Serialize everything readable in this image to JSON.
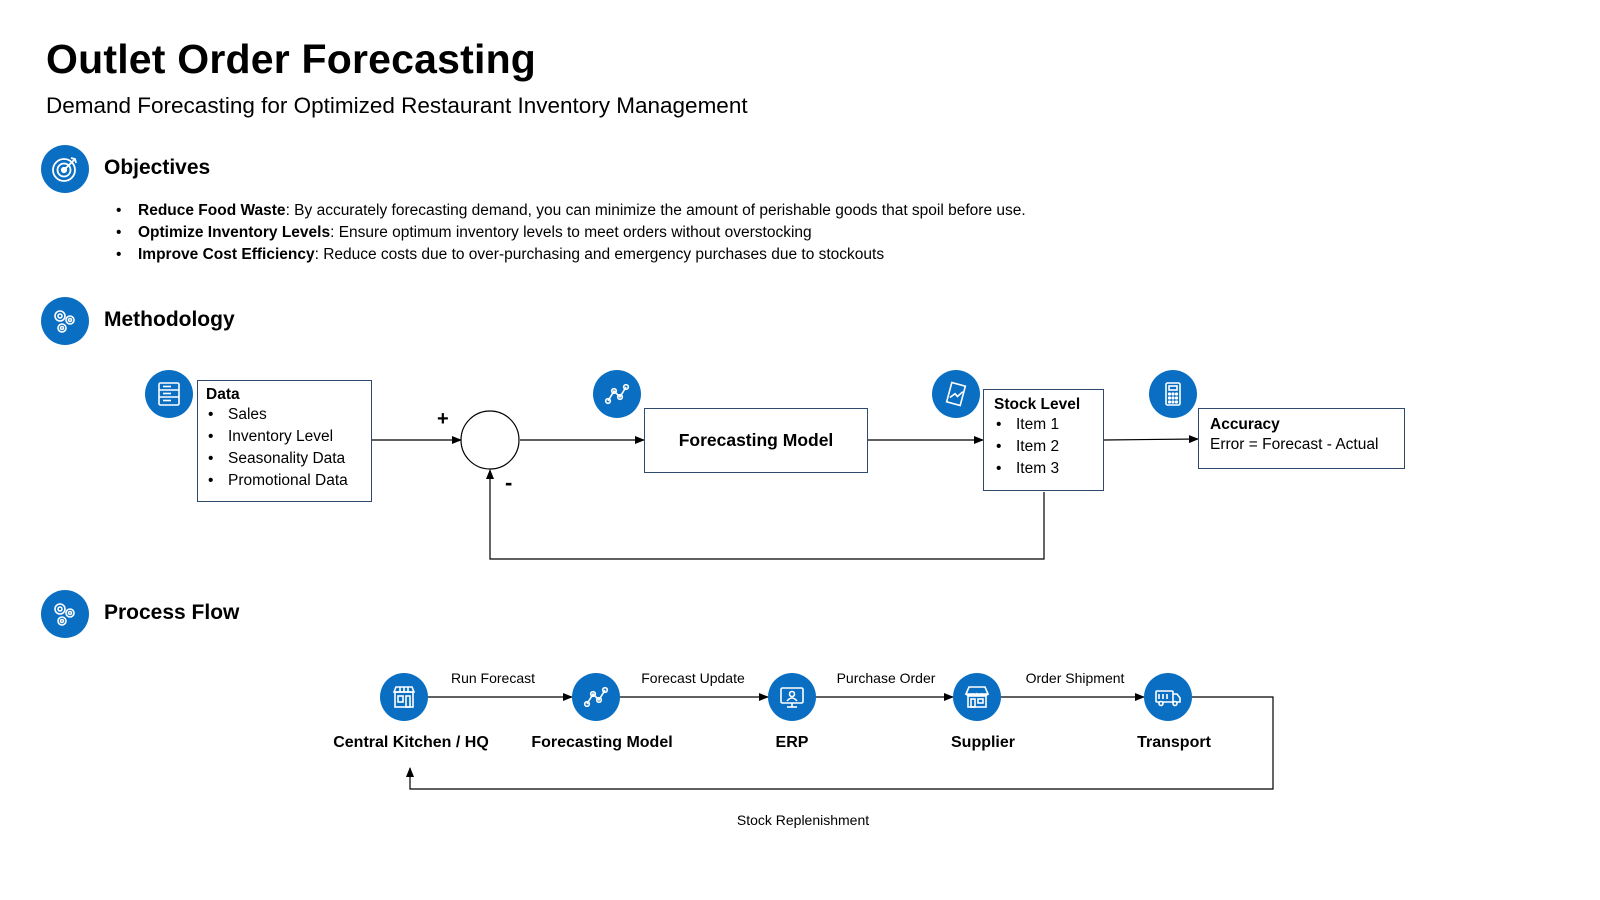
{
  "header": {
    "title": "Outlet Order Forecasting",
    "subtitle": "Demand Forecasting for Optimized Restaurant Inventory Management"
  },
  "objectives": {
    "title": "Objectives",
    "icon": "target-icon",
    "items": [
      {
        "bold": "Reduce Food Waste",
        "text": ": By accurately forecasting demand, you can minimize the amount of perishable goods that spoil before use."
      },
      {
        "bold": "Optimize Inventory Levels",
        "text": ": Ensure optimum inventory levels to meet orders without overstocking"
      },
      {
        "bold": "Improve Cost Efficiency",
        "text": ": Reduce costs due to over-purchasing and emergency purchases due to stockouts"
      }
    ]
  },
  "methodology": {
    "title": "Methodology",
    "icon": "gears-icon",
    "plus_sign": "+",
    "minus_sign": "-",
    "data_box": {
      "title": "Data",
      "items": [
        "Sales",
        "Inventory Level",
        "Seasonality Data",
        "Promotional Data"
      ]
    },
    "model_box": {
      "title": "Forecasting Model"
    },
    "stock_box": {
      "title": "Stock Level",
      "items": [
        "Item 1",
        "Item 2",
        "Item 3"
      ]
    },
    "accuracy_box": {
      "title": "Accuracy",
      "text": "Error = Forecast - Actual"
    }
  },
  "process_flow": {
    "title": "Process Flow",
    "icon": "gears-icon",
    "nodes": [
      {
        "label": "Central Kitchen / HQ",
        "icon": "store-icon"
      },
      {
        "label": "Forecasting Model",
        "icon": "line-chart-icon"
      },
      {
        "label": "ERP",
        "icon": "monitor-user-icon"
      },
      {
        "label": "Supplier",
        "icon": "shop-icon"
      },
      {
        "label": "Transport",
        "icon": "truck-icon"
      }
    ],
    "edges": [
      "Run Forecast",
      "Forecast Update",
      "Purchase Order",
      "Order Shipment"
    ],
    "return_edge": "Stock Replenishment"
  },
  "colors": {
    "accent": "#0a6fc2",
    "box_border": "#2f4a6b"
  }
}
